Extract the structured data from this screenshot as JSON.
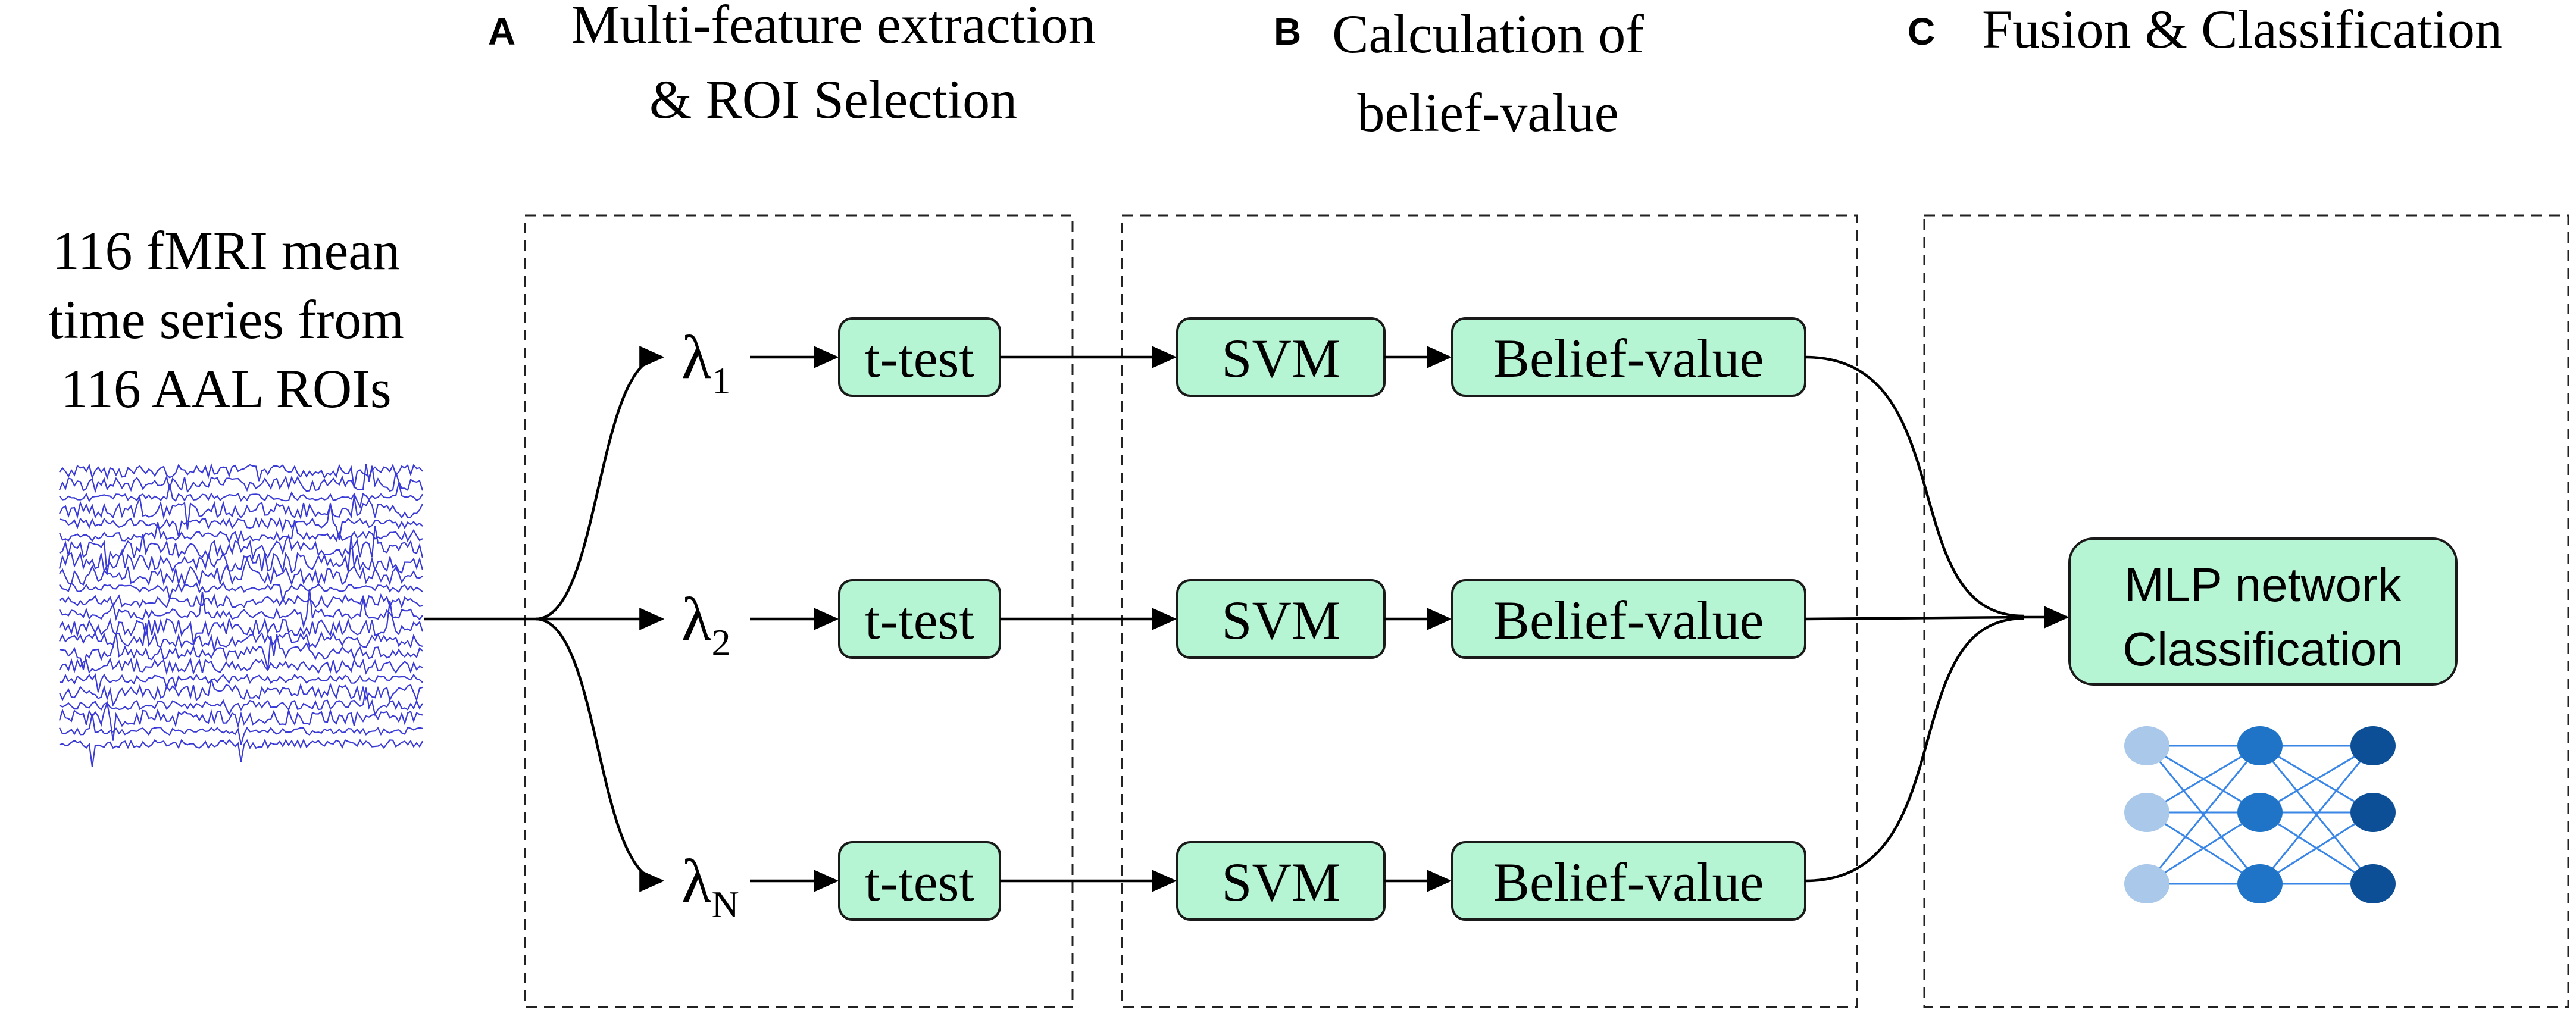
{
  "sections": [
    {
      "letter": "A",
      "title_lines": [
        "Multi-feature extraction",
        "& ROI Selection"
      ]
    },
    {
      "letter": "B",
      "title_lines": [
        "Calculation of",
        "belief-value"
      ]
    },
    {
      "letter": "C",
      "title_lines": [
        "Fusion & Classification"
      ]
    }
  ],
  "input": {
    "lines": [
      "116 fMRI mean",
      "time series from",
      "116 AAL ROIs"
    ],
    "waveform_icon": "fmri-time-series-icon",
    "waveform_color": "#3a3ad6"
  },
  "branches": [
    {
      "symbol": "λ",
      "subscript": "1",
      "test": "t-test",
      "classifier": "SVM",
      "output": "Belief-value"
    },
    {
      "symbol": "λ",
      "subscript": "2",
      "test": "t-test",
      "classifier": "SVM",
      "output": "Belief-value"
    },
    {
      "symbol": "λ",
      "subscript": "N",
      "test": "t-test",
      "classifier": "SVM",
      "output": "Belief-value"
    }
  ],
  "fusion": {
    "lines": [
      "MLP network",
      "Classification"
    ],
    "network_icon": "neural-network-icon",
    "layer_colors": [
      "#a9c8ea",
      "#1f74c8",
      "#0c4f96"
    ]
  },
  "colors": {
    "box_fill": "#b6f5d3",
    "box_stroke": "#1a1a1a"
  }
}
